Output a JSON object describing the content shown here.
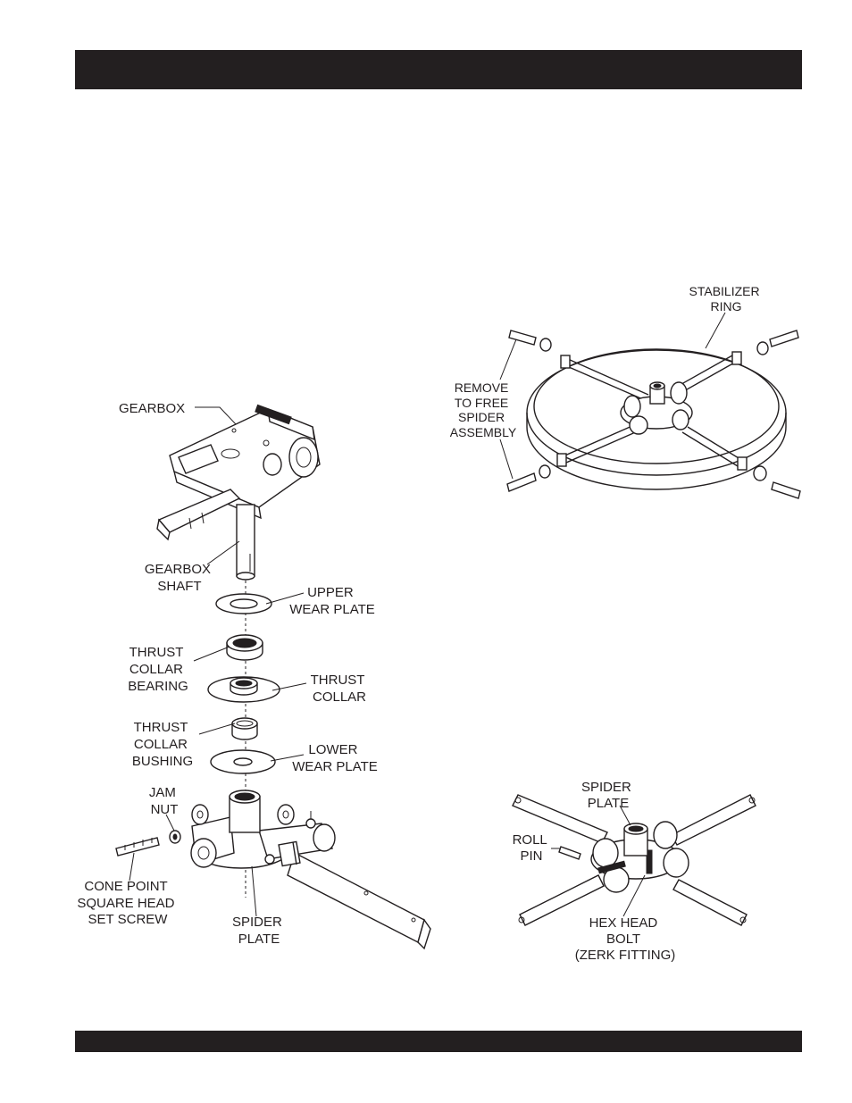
{
  "colors": {
    "ink": "#231f20",
    "paper": "#ffffff"
  },
  "left_diagram": {
    "gearbox": "GEARBOX",
    "gearbox_shaft": [
      "GEARBOX",
      "SHAFT"
    ],
    "upper_wear_plate": [
      "UPPER",
      "WEAR PLATE"
    ],
    "thrust_collar_bearing": [
      "THRUST",
      "COLLAR",
      "BEARING"
    ],
    "thrust_collar": [
      "THRUST",
      "COLLAR"
    ],
    "thrust_collar_bushing": [
      "THRUST",
      "COLLAR",
      "BUSHING"
    ],
    "lower_wear_plate": [
      "LOWER",
      "WEAR PLATE"
    ],
    "jam_nut": [
      "JAM",
      "NUT"
    ],
    "cone_point_set_screw": [
      "CONE POINT",
      "SQUARE HEAD",
      "SET SCREW"
    ],
    "spider_plate": [
      "SPIDER",
      "PLATE"
    ]
  },
  "top_right_diagram": {
    "stabilizer_ring": [
      "STABILIZER",
      "RING"
    ],
    "remove_note": [
      "REMOVE",
      "TO FREE",
      "SPIDER",
      "ASSEMBLY"
    ]
  },
  "bottom_right_diagram": {
    "spider_plate": [
      "SPIDER",
      "PLATE"
    ],
    "roll_pin": [
      "ROLL",
      "PIN"
    ],
    "hex_head_bolt": [
      "HEX HEAD",
      "BOLT",
      "(ZERK FITTING)"
    ]
  }
}
